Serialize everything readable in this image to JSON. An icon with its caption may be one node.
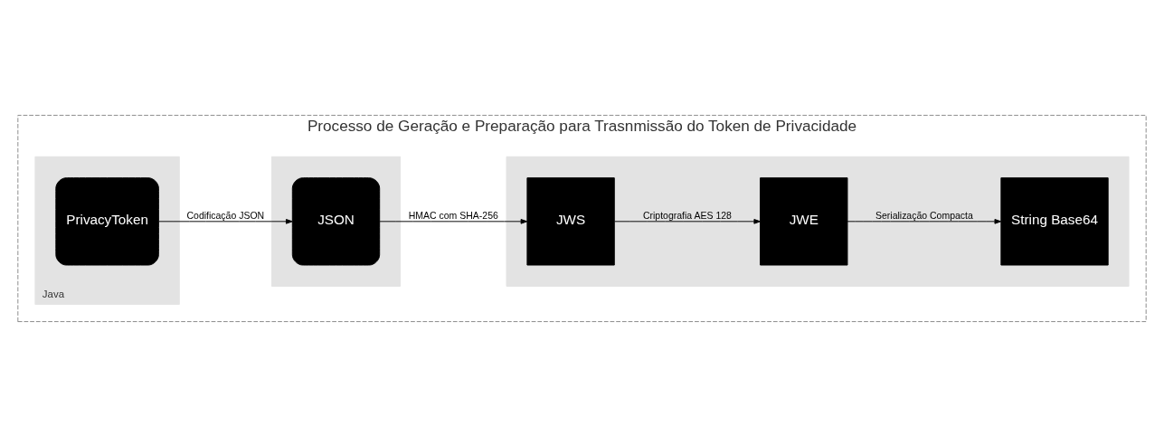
{
  "diagram": {
    "nodes": [
      {
        "text": [
          "Processo de Geração e Preparação para Trasnmissão do Token de Privacidade"
        ]
      },
      {
        "text": [
          "Java"
        ],
        "in": 0
      },
      {
        "text": [],
        "shape": "box",
        "in": 0
      },
      {
        "text": [],
        "shape": "box",
        "in": 0
      },
      {
        "text": [
          "PrivacyToken"
        ],
        "in": 1
      },
      {
        "text": [
          "JSON"
        ],
        "in": 2
      },
      {
        "text": [
          "JWS"
        ],
        "in": 3
      },
      {
        "text": [
          "JWE"
        ],
        "in": 3
      },
      {
        "text": [
          "String Base64"
        ],
        "in": 3
      }
    ],
    "edges": [
      {
        "from": 4,
        "to": 5,
        "arrow": "to",
        "label": "Codificação JSON"
      },
      {
        "from": 5,
        "to": 6,
        "arrow": "to",
        "label": "HMAC com SHA-256"
      },
      {
        "from": 6,
        "to": 7,
        "arrow": "to",
        "label": "Criptografia AES 128"
      },
      {
        "from": 7,
        "to": 8,
        "arrow": "to",
        "label": "Serialização Compacta"
      }
    ]
  }
}
